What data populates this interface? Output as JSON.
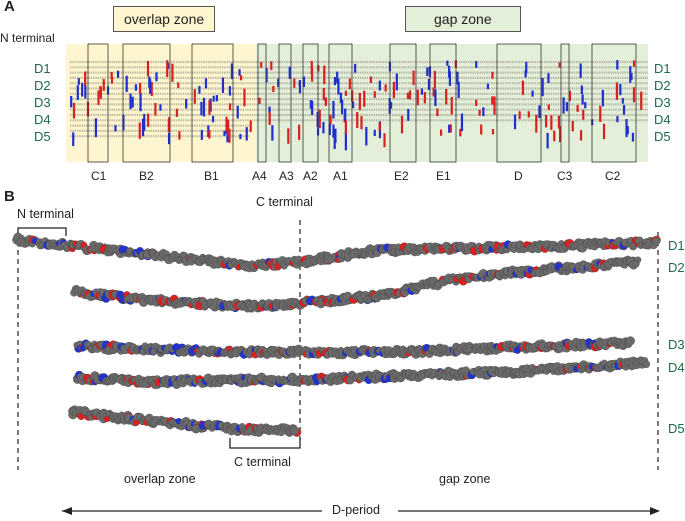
{
  "panel_a": {
    "letter": "A",
    "overlap_zone_label": "overlap zone",
    "gap_zone_label": "gap zone",
    "n_terminal_label": "N terminal",
    "c_terminal_label": "C terminal",
    "rows_left": [
      "D1",
      "D2",
      "D3",
      "D4",
      "D5"
    ],
    "rows_right": [
      "D1",
      "D2",
      "D3",
      "D4",
      "D5"
    ],
    "regions": [
      "C1",
      "B2",
      "B1",
      "A4",
      "A3",
      "A2",
      "A1",
      "E2",
      "E1",
      "D",
      "C3",
      "C2"
    ],
    "colors": {
      "overlap_bg": "#fff6cf",
      "gap_bg": "#e4efd9",
      "positive": "#d92020",
      "negative": "#1f2fcf"
    }
  },
  "panel_b": {
    "letter": "B",
    "n_terminal_label": "N terminal",
    "c_terminal_label": "C terminal",
    "overlap_zone_label": "overlap zone",
    "gap_zone_label": "gap zone",
    "d_period_label": "D-period",
    "rows": [
      "D1",
      "D2",
      "D3",
      "D4",
      "D5"
    ],
    "colors": {
      "bead": "#6b6b6b",
      "positive": "#e02020",
      "negative": "#2233d6",
      "label": "#1c6b4a"
    }
  }
}
